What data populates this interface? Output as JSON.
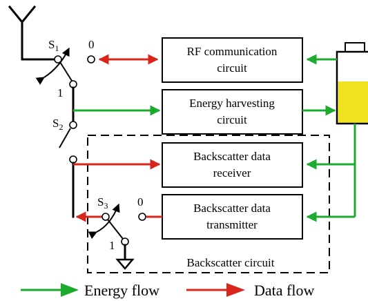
{
  "colors": {
    "energy": "#1aab2e",
    "data": "#d9261c",
    "battery_fill": "#f0e21c"
  },
  "switches": {
    "s1": {
      "name": "S",
      "sub": "1",
      "pos0": "0",
      "pos1": "1"
    },
    "s2": {
      "name": "S",
      "sub": "2"
    },
    "s3": {
      "name": "S",
      "sub": "3",
      "pos0": "0",
      "pos1": "1"
    }
  },
  "blocks": {
    "rf": [
      "RF communication",
      "circuit"
    ],
    "energy": [
      "Energy harvesting",
      "circuit"
    ],
    "receiver": [
      "Backscatter data",
      "receiver"
    ],
    "transmitter": [
      "Backscatter data",
      "transmitter"
    ]
  },
  "backscatter_label": "Backscatter circuit",
  "legend": {
    "energy": "Energy flow",
    "data": "Data flow"
  },
  "icons": [
    "antenna-icon",
    "battery-icon",
    "ground-icon"
  ]
}
